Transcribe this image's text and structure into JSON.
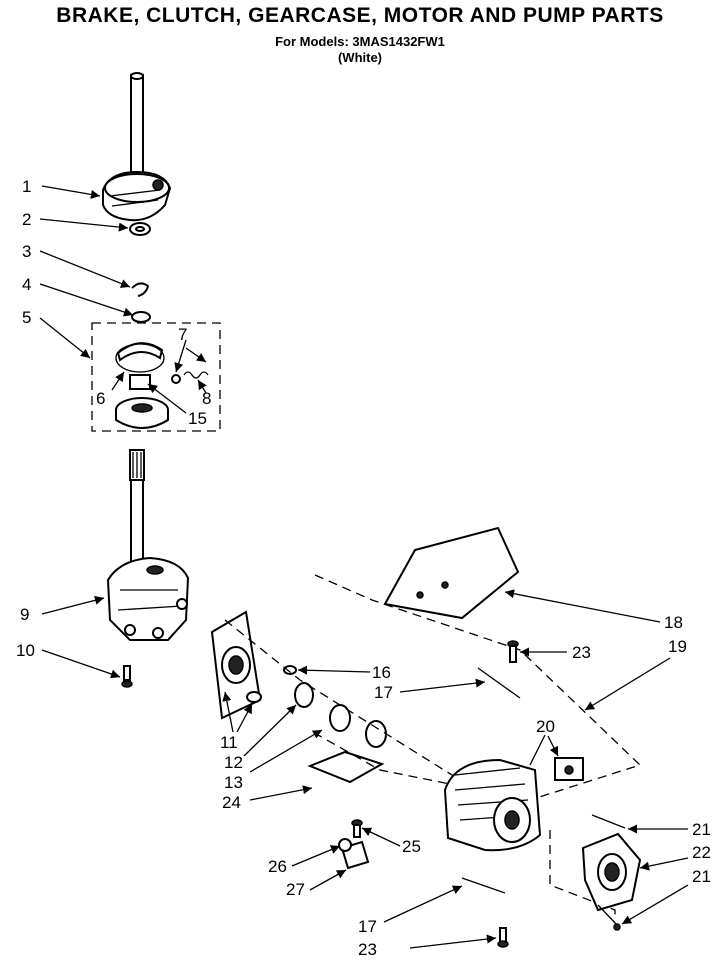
{
  "header": {
    "title": "BRAKE, CLUTCH, GEARCASE, MOTOR AND PUMP PARTS",
    "models_line": "For Models: 3MAS1432FW1",
    "color_line": "(White)"
  },
  "callouts": [
    {
      "id": "c1",
      "text": "1"
    },
    {
      "id": "c2",
      "text": "2"
    },
    {
      "id": "c3",
      "text": "3"
    },
    {
      "id": "c4",
      "text": "4"
    },
    {
      "id": "c5",
      "text": "5"
    },
    {
      "id": "c6",
      "text": "6"
    },
    {
      "id": "c7",
      "text": "7"
    },
    {
      "id": "c8",
      "text": "8"
    },
    {
      "id": "c15",
      "text": "15"
    },
    {
      "id": "c9",
      "text": "9"
    },
    {
      "id": "c10",
      "text": "10"
    },
    {
      "id": "c11",
      "text": "11"
    },
    {
      "id": "c12",
      "text": "12"
    },
    {
      "id": "c13",
      "text": "13"
    },
    {
      "id": "c24",
      "text": "24"
    },
    {
      "id": "c16",
      "text": "16"
    },
    {
      "id": "c17a",
      "text": "17"
    },
    {
      "id": "c18",
      "text": "18"
    },
    {
      "id": "c19",
      "text": "19"
    },
    {
      "id": "c23a",
      "text": "23"
    },
    {
      "id": "c20",
      "text": "20"
    },
    {
      "id": "c21a",
      "text": "21"
    },
    {
      "id": "c22",
      "text": "22"
    },
    {
      "id": "c21b",
      "text": "21"
    },
    {
      "id": "c25",
      "text": "25"
    },
    {
      "id": "c26",
      "text": "26"
    },
    {
      "id": "c27",
      "text": "27"
    },
    {
      "id": "c17b",
      "text": "17"
    },
    {
      "id": "c23b",
      "text": "23"
    }
  ]
}
